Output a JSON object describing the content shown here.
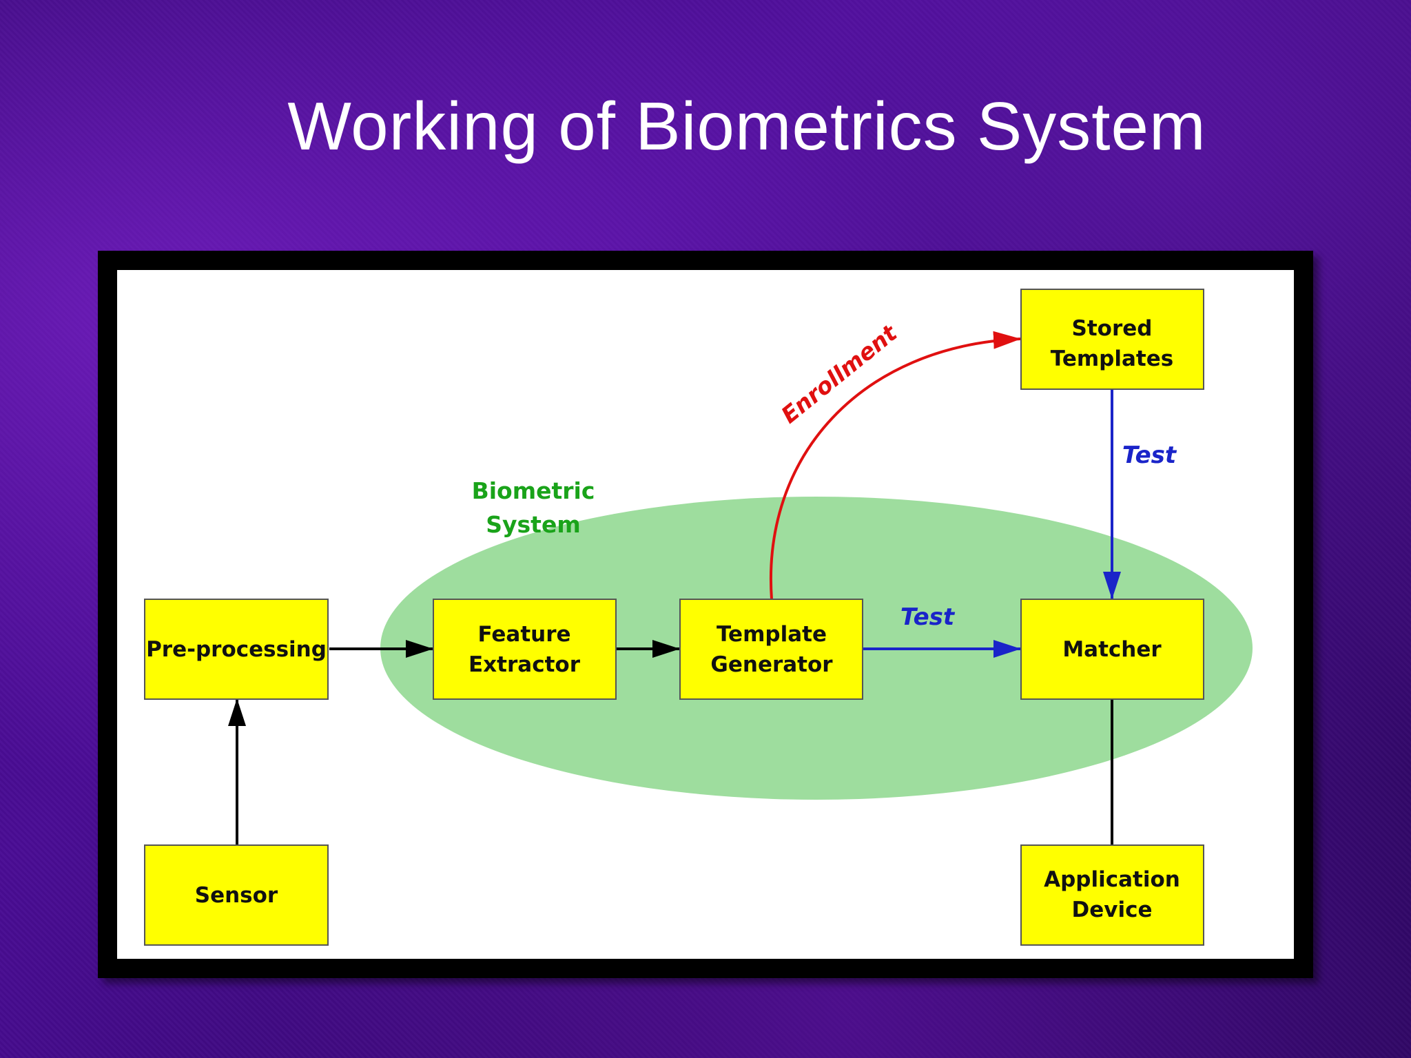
{
  "slide": {
    "title": "Working of Biometrics System"
  },
  "diagram": {
    "group_label_line1": "Biometric",
    "group_label_line2": "System",
    "nodes": {
      "preprocessing": {
        "line1": "Pre-processing"
      },
      "feature_extractor": {
        "line1": "Feature",
        "line2": "Extractor"
      },
      "template_generator": {
        "line1": "Template",
        "line2": "Generator"
      },
      "matcher": {
        "line1": "Matcher"
      },
      "stored_templates": {
        "line1": "Stored",
        "line2": "Templates"
      },
      "sensor": {
        "line1": "Sensor"
      },
      "application_device": {
        "line1": "Application",
        "line2": "Device"
      }
    },
    "edges": {
      "enrollment_label": "Enrollment",
      "test_label_vertical": "Test",
      "test_label_horizontal": "Test"
    },
    "colors": {
      "node_fill": "#ffff00",
      "group_fill": "#9edd9e",
      "group_label": "#1aa31a",
      "enrollment": "#e01010",
      "test": "#1a24c9",
      "flow": "#000000"
    }
  }
}
